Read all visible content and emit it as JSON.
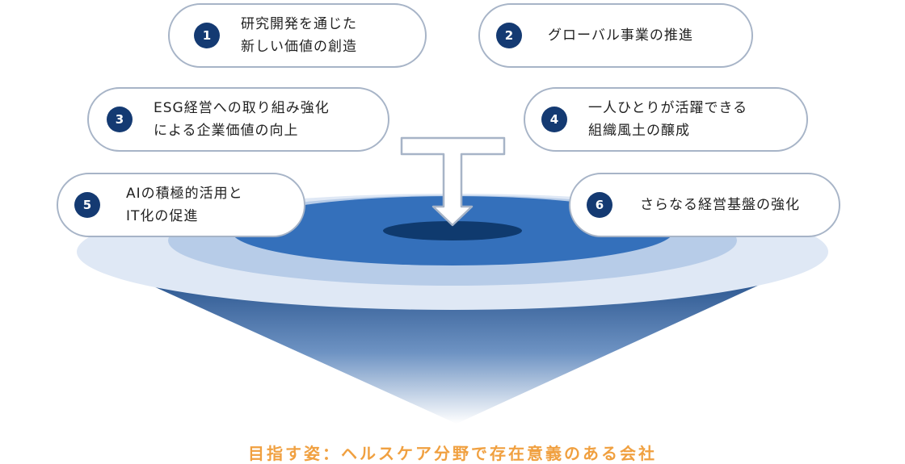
{
  "items": [
    {
      "number": "1",
      "lines": [
        "研究開発を通じた",
        "新しい価値の創造"
      ]
    },
    {
      "number": "2",
      "lines": [
        "グローバル事業の推進"
      ]
    },
    {
      "number": "3",
      "lines": [
        "ESG経営への取り組み強化",
        "による企業価値の向上"
      ]
    },
    {
      "number": "4",
      "lines": [
        "一人ひとりが活躍できる",
        "組織風土の醸成"
      ]
    },
    {
      "number": "5",
      "lines": [
        "AIの積極的活用と",
        "IT化の促進"
      ]
    },
    {
      "number": "6",
      "lines": [
        "さらなる経営基盤の強化"
      ]
    }
  ],
  "caption": "目指す姿：ヘルスケア分野で存在意義のある会社",
  "colors": {
    "badge": "#143a72",
    "pill_border": "#a7b4c7",
    "caption": "#f0a040",
    "funnel_dark": "#1f4b86",
    "disc_outer": "#dfe8f5",
    "disc_mid": "#b7cce8",
    "disc_inner": "#3470bb",
    "disc_core": "#0f3a6e"
  }
}
